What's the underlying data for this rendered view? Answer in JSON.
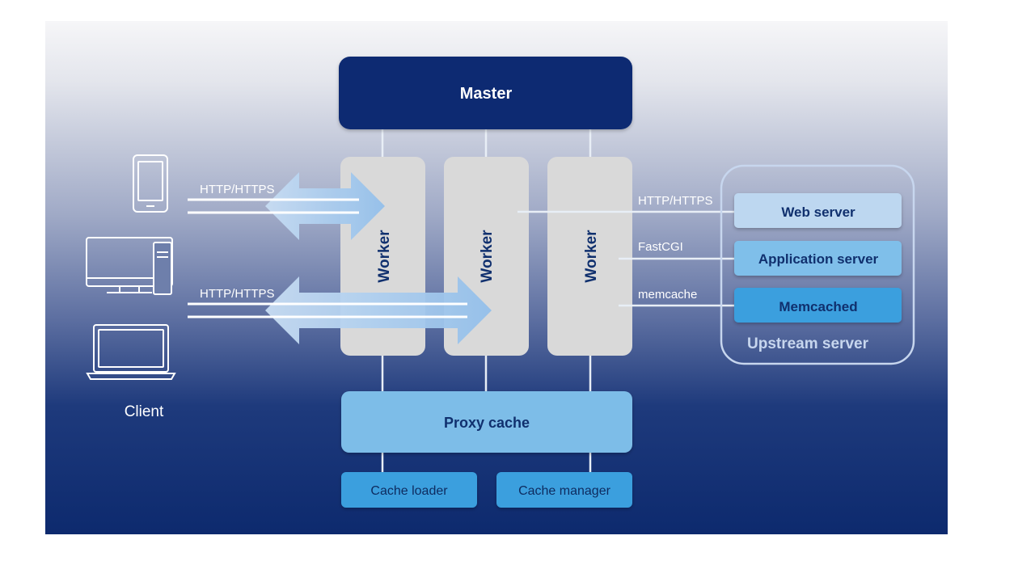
{
  "master": {
    "label": "Master"
  },
  "workers": [
    {
      "label": "Worker"
    },
    {
      "label": "Worker"
    },
    {
      "label": "Worker"
    }
  ],
  "proxy_cache": {
    "label": "Proxy cache"
  },
  "cache_loader": {
    "label": "Cache loader"
  },
  "cache_manager": {
    "label": "Cache manager"
  },
  "client": {
    "label": "Client",
    "devices": [
      "phone-icon",
      "desktop-icon",
      "laptop-icon"
    ]
  },
  "client_links": [
    {
      "protocol": "HTTP/HTTPS"
    },
    {
      "protocol": "HTTP/HTTPS"
    }
  ],
  "upstream": {
    "label": "Upstream server",
    "servers": [
      {
        "label": "Web server",
        "protocol": "HTTP/HTTPS",
        "color": "#BDD7F0"
      },
      {
        "label": "Application server",
        "protocol": "FastCGI",
        "color": "#7FBFEA"
      },
      {
        "label": "Memcached",
        "protocol": "memcache",
        "color": "#3A9FDE"
      }
    ]
  },
  "colors": {
    "background_top": "#F4F4F6",
    "background_bottom": "#0F2B70",
    "master": "#0E2C72",
    "worker": "#D9D9D9",
    "proxy_cache": "#7DBDE8",
    "cache_process": "#3A9FDE",
    "arrow": "#A9CBEE",
    "text_dark": "#10306E"
  }
}
